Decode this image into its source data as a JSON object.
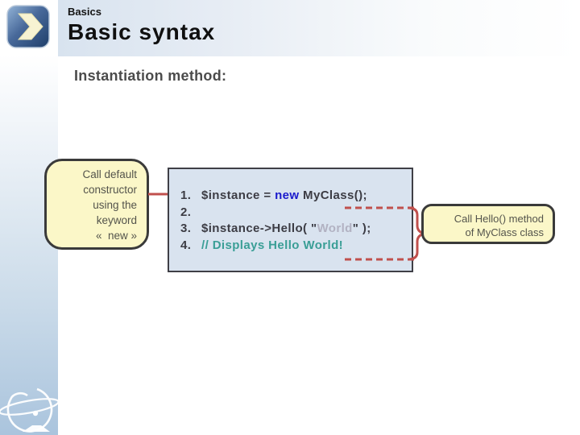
{
  "slide": {
    "kicker": "Basics",
    "title": "Basic syntax",
    "subtitle": "Instantiation method:",
    "left_callout": {
      "lines": [
        "Call default",
        "constructor",
        "using the",
        "keyword",
        "«  new »"
      ]
    },
    "code": {
      "rows": [
        {
          "num": "1.",
          "pre": "$instance = ",
          "keyword": "new",
          "post": " MyClass();"
        },
        {
          "num": "2.",
          "pre": "",
          "keyword": "",
          "post": ""
        },
        {
          "num": "3.",
          "pre": "$instance->Hello( \"",
          "string": "World",
          "post": "\" );"
        },
        {
          "num": "4.",
          "comment": "// Displays Hello World!"
        }
      ]
    },
    "right_callout": {
      "lines": [
        "Call Hello() method",
        "of MyClass class"
      ]
    },
    "icons": {
      "header_logo": "forward-chevron-icon",
      "footer_logo": "swoosh-orbit-logo-icon",
      "arrow": "arrow-connector-icon",
      "brace": "dashed-brace-connector-icon"
    },
    "colors": {
      "accent_red": "#c0504d",
      "keyword_blue": "#1a1acc",
      "string_gray": "#b2b2c2",
      "comment_teal": "#3a9e96",
      "code_bg": "#d9e3ef",
      "callout_bg": "#fbf7c8",
      "border_dark": "#3a3a3a",
      "rail_blue": "#aac4dd",
      "header_blue": "#d8e3ef"
    }
  }
}
